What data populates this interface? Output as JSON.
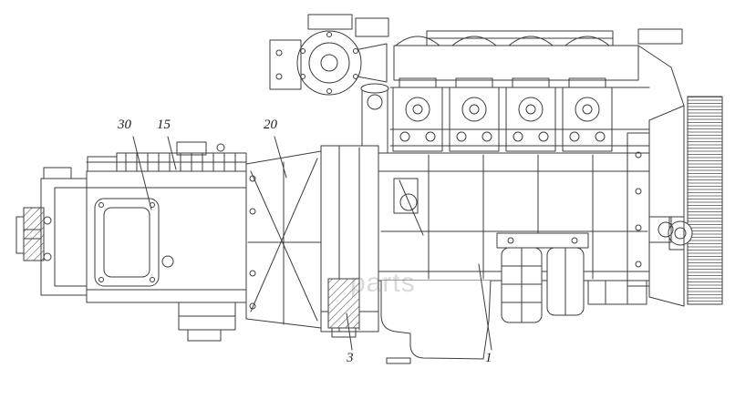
{
  "figure": {
    "background_color": "#ffffff",
    "line_color": "#3d3d3d",
    "watermark_text": "parts",
    "callouts": [
      {
        "label": "30"
      },
      {
        "label": "15"
      },
      {
        "label": "20"
      },
      {
        "label": "3"
      },
      {
        "label": "1"
      }
    ]
  }
}
